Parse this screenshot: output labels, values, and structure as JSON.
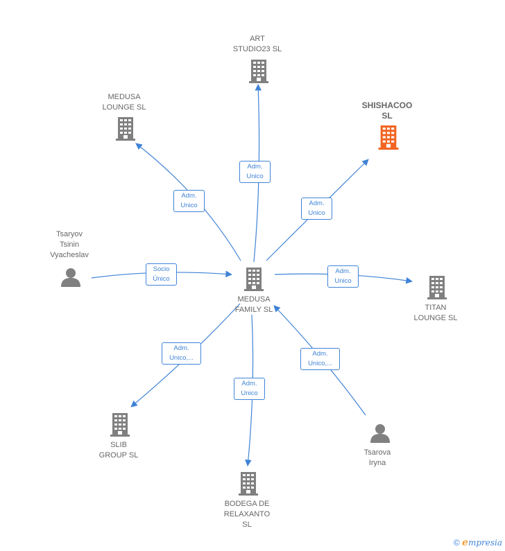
{
  "nodes": {
    "center": {
      "label": "MEDUSA\nFAMILY  SL",
      "icon": "building-icon"
    },
    "art_studio": {
      "label": "ART\nSTUDIO23  SL",
      "icon": "building-icon"
    },
    "medusa_lounge": {
      "label": "MEDUSA\nLOUNGE  SL",
      "icon": "building-icon"
    },
    "shishacoo": {
      "label": "SHISHACOO\nSL",
      "icon": "building-icon",
      "color": "#f26522"
    },
    "tsaryov": {
      "label": "Tsaryov\nTsinin\nVyacheslav",
      "icon": "person-icon"
    },
    "titan": {
      "label": "TITAN\nLOUNGE  SL",
      "icon": "building-icon"
    },
    "slib": {
      "label": "SLIB\nGROUP  SL",
      "icon": "building-icon"
    },
    "bodega": {
      "label": "BODEGA DE\nRELAXANTO\nSL",
      "icon": "building-icon"
    },
    "tsarova": {
      "label": "Tsarova\nIryna",
      "icon": "person-icon"
    }
  },
  "edges": {
    "art_studio": "Adm.\nUnico",
    "medusa_lounge": "Adm.\nUnico",
    "shishacoo": "Adm.\nUnico",
    "tsaryov": "Socio\nÚnico",
    "titan": "Adm.\nUnico",
    "slib": "Adm.\nUnico,...",
    "bodega": "Adm.\nUnico",
    "tsarova": "Adm.\nUnico,..."
  },
  "colors": {
    "node_gray": "#808080",
    "highlight": "#f26522",
    "edge_blue": "#3f83d7"
  },
  "footer": {
    "copyright": "©",
    "brand_initial": "e",
    "brand_rest": "mpresia"
  }
}
